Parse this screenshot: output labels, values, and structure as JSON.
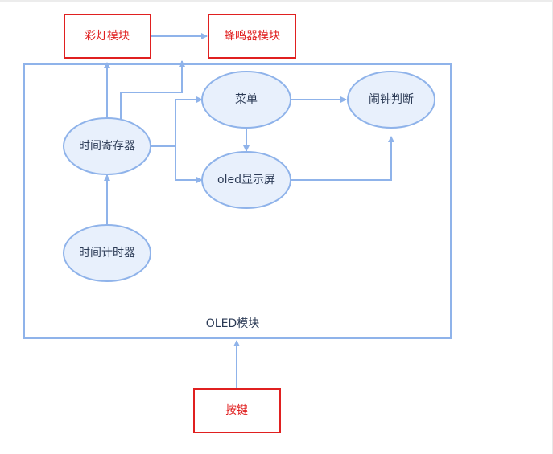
{
  "diagram": {
    "modules": {
      "light": "彩灯模块",
      "buzzer": "蜂鸣器模块",
      "key": "按键",
      "oled": "OLED模块"
    },
    "nodes": {
      "time_register": "时间寄存器",
      "time_counter": "时间计时器",
      "menu": "菜单",
      "oled_display": "oled显示屏",
      "alarm_judge": "闹钟判断"
    },
    "colors": {
      "edge": "#8fb3ea",
      "node_fill": "#e8f0fc",
      "module_border": "#e02020",
      "module_text": "#e02020",
      "node_text": "#2b3a55"
    }
  }
}
